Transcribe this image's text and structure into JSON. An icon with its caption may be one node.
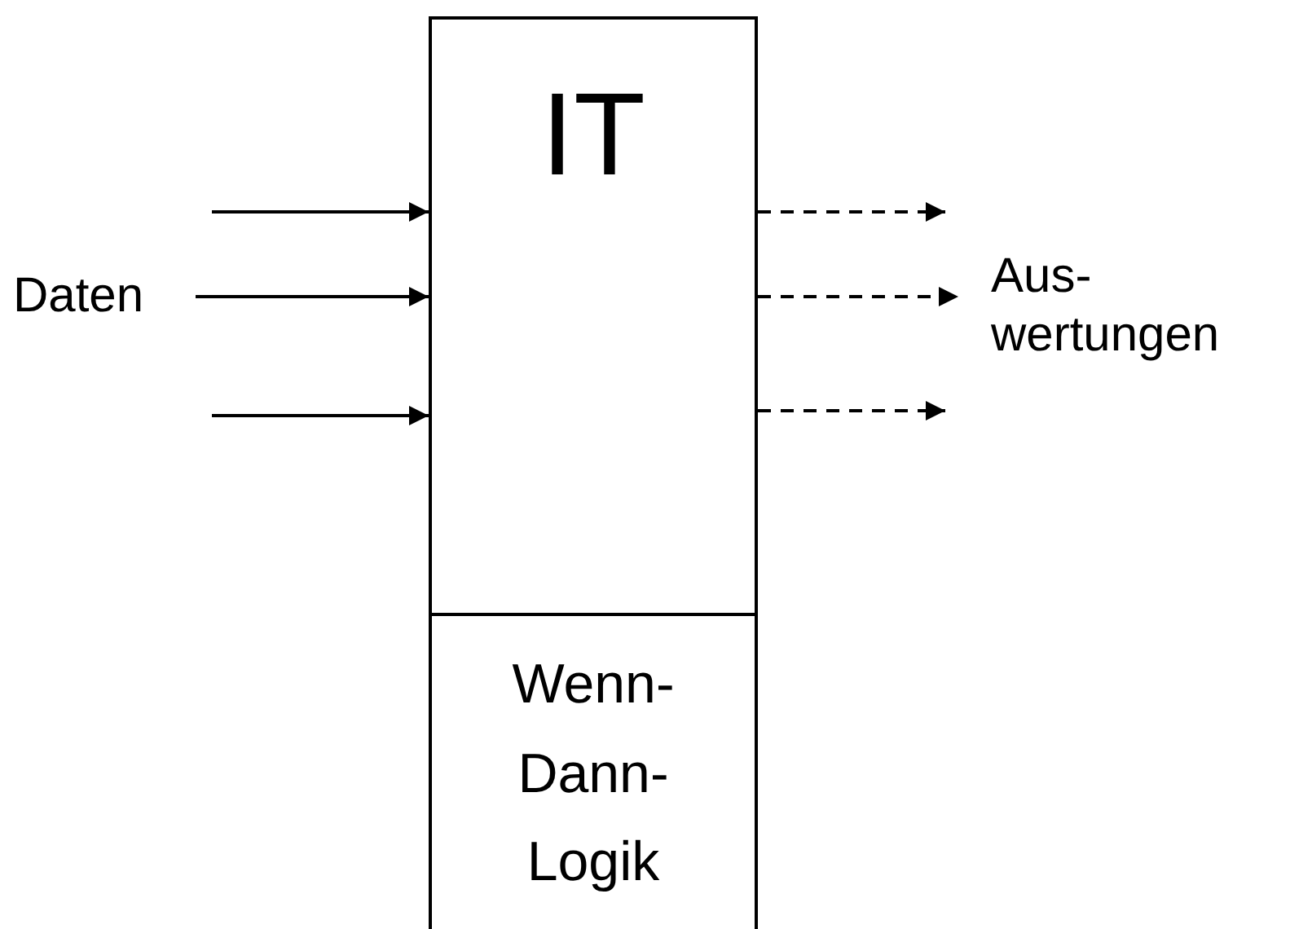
{
  "diagram": {
    "nodes": [
      {
        "text": [
          "Daten"
        ]
      },
      {
        "text": [
          "IT"
        ]
      },
      {
        "text": [
          "Wenn- Dann- Logik"
        ]
      },
      {
        "text": [
          "Aus- wertungen"
        ]
      }
    ],
    "edges": [
      {
        "from": null,
        "to": 1,
        "arrow": "to"
      },
      {
        "from": 0,
        "to": 1,
        "arrow": "to"
      },
      {
        "from": null,
        "to": 1,
        "arrow": "to"
      },
      {
        "from": 1,
        "to": null,
        "arrow": "to",
        "style": "dashed"
      },
      {
        "from": 1,
        "to": 3,
        "arrow": "to",
        "style": "dashed"
      },
      {
        "from": 1,
        "to": null,
        "arrow": "to",
        "style": "dashed"
      }
    ]
  }
}
